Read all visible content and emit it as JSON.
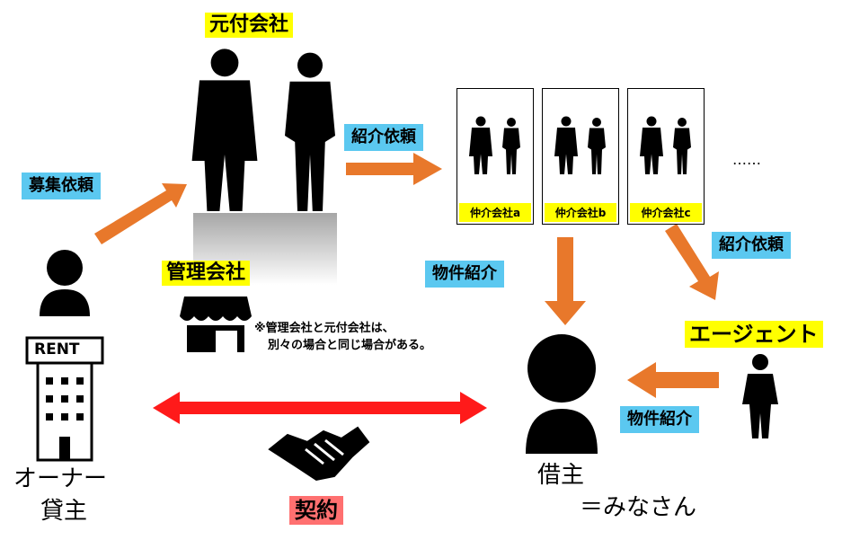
{
  "labels": {
    "motozuke": "元付会社",
    "kanri": "管理会社",
    "note_line1": "※管理会社と元付会社は、",
    "note_line2": "別々の場合と同じ場合がある。",
    "boshu_irai": "募集依頼",
    "shokai_irai_top": "紹介依頼",
    "shokai_irai_right": "紹介依頼",
    "bukken_shokai_center": "物件紹介",
    "bukken_shokai_right": "物件紹介",
    "agent": "エージェント",
    "owner_line1": "オーナー",
    "owner_line2": "貸主",
    "borrower_line1": "借主",
    "borrower_line2": "＝みなさん",
    "contract": "契約",
    "rent_sign": "RENT",
    "ellipsis": "……"
  },
  "brokers": [
    {
      "label": "仲介会社a"
    },
    {
      "label": "仲介会社b"
    },
    {
      "label": "仲介会社c"
    }
  ],
  "colors": {
    "arrow_orange": "#e8782b",
    "arrow_red": "#ff1a1a",
    "highlight_yellow": "#ffff00",
    "highlight_blue": "#5bc8f0",
    "highlight_pink": "#ff7070"
  }
}
